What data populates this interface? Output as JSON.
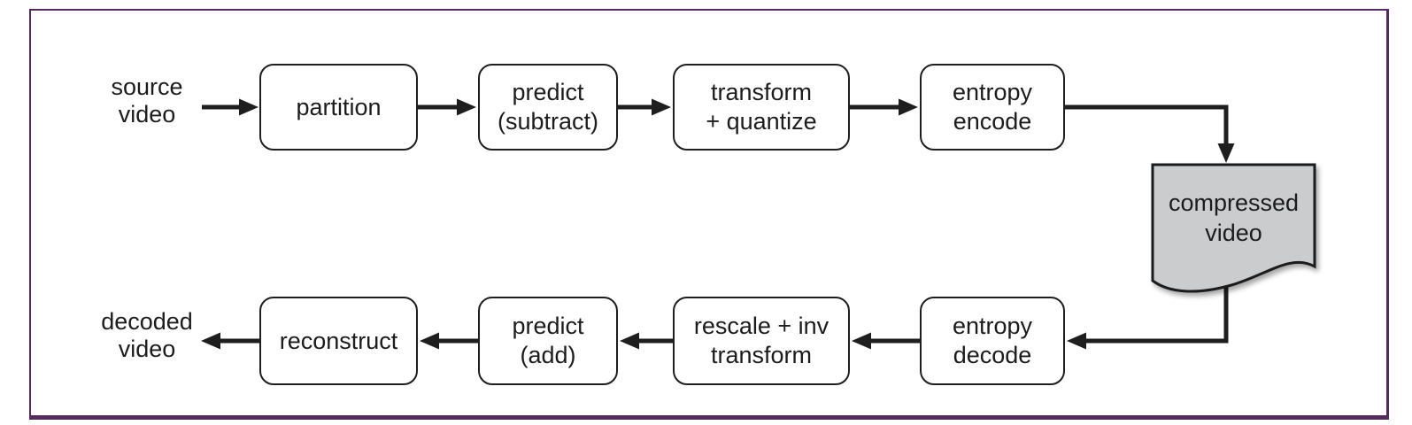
{
  "colors": {
    "frame_border": "#552a5e",
    "box_border": "#1e1e1e",
    "arrow": "#1e1e1e",
    "document_fill": "#cbccce",
    "text": "#1c1c1c",
    "background": "#ffffff"
  },
  "flowchart": {
    "encode_row": {
      "input_label": "source\nvideo",
      "steps": [
        "partition",
        "predict\n(subtract)",
        "transform\n+ quantize",
        "entropy\nencode"
      ]
    },
    "compressed_artifact": {
      "label": "compressed\nvideo"
    },
    "decode_row": {
      "steps": [
        "entropy\ndecode",
        "rescale + inv\ntransform",
        "predict\n(add)",
        "reconstruct"
      ],
      "output_label": "decoded\nvideo"
    }
  }
}
